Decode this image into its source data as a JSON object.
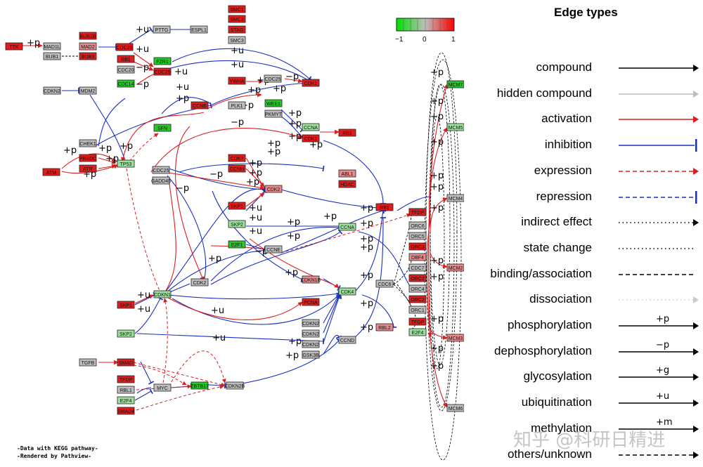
{
  "legend": {
    "title": "Edge types",
    "items": [
      {
        "label": "compound",
        "style": "solid",
        "color": "#000000",
        "head": "arrow",
        "tag": ""
      },
      {
        "label": "hidden compound",
        "style": "solid",
        "color": "#bbbbbb",
        "head": "arrow",
        "tag": ""
      },
      {
        "label": "activation",
        "style": "solid",
        "color": "#dd1c1c",
        "head": "arrow",
        "tag": ""
      },
      {
        "label": "inhibition",
        "style": "solid",
        "color": "#1a2fbf",
        "head": "bar",
        "tag": ""
      },
      {
        "label": "expression",
        "style": "dashed",
        "color": "#dd1c1c",
        "head": "arrow",
        "tag": ""
      },
      {
        "label": "repression",
        "style": "dashed",
        "color": "#1a2fbf",
        "head": "bar",
        "tag": ""
      },
      {
        "label": "indirect effect",
        "style": "dotted",
        "color": "#000000",
        "head": "arrow",
        "tag": ""
      },
      {
        "label": "state change",
        "style": "dotted",
        "color": "#000000",
        "head": "none",
        "tag": ""
      },
      {
        "label": "binding/association",
        "style": "dashed",
        "color": "#000000",
        "head": "none",
        "tag": ""
      },
      {
        "label": "dissociation",
        "style": "dotted",
        "color": "#cccccc",
        "head": "arrow",
        "tag": ""
      },
      {
        "label": "phosphorylation",
        "style": "solid",
        "color": "#000000",
        "head": "arrow",
        "tag": "+p"
      },
      {
        "label": "dephosphorylation",
        "style": "solid",
        "color": "#000000",
        "head": "arrow",
        "tag": "−p"
      },
      {
        "label": "glycosylation",
        "style": "solid",
        "color": "#000000",
        "head": "arrow",
        "tag": "+g"
      },
      {
        "label": "ubiquitination",
        "style": "solid",
        "color": "#000000",
        "head": "arrow",
        "tag": "+u"
      },
      {
        "label": "methylation",
        "style": "solid",
        "color": "#000000",
        "head": "arrow",
        "tag": "+m"
      },
      {
        "label": "others/unknown",
        "style": "dashed",
        "color": "#000000",
        "head": "arrow",
        "tag": ""
      }
    ]
  },
  "colorkey": {
    "ticks": [
      "−1",
      "0",
      "1"
    ],
    "low": "#00e000",
    "mid": "#bebebe",
    "high": "#ff0000"
  },
  "credit": [
    "-Data with KEGG pathway-",
    "-Rendered  by  Pathview-"
  ],
  "watermark": "知乎 @科研日精进",
  "colors": {
    "red": "#e21b1b",
    "lightred": "#e58b8b",
    "green": "#29c629",
    "lightgreen": "#9ee09e",
    "gray": "#bebebe",
    "inhibition": "#1a2fbf",
    "activation": "#dd1c1c"
  },
  "nodes": [
    {
      "id": "TTK",
      "label": "TTK",
      "c": "red"
    },
    {
      "id": "MAD1L",
      "label": "MAD1L",
      "c": "gray"
    },
    {
      "id": "BUB1",
      "label": "BUB1",
      "c": "gray"
    },
    {
      "id": "BUB1B",
      "label": "BUB1B",
      "c": "red"
    },
    {
      "id": "MAD2",
      "label": "MAD2",
      "c": "lightred"
    },
    {
      "id": "BUB3",
      "label": "BUB3",
      "c": "red"
    },
    {
      "id": "CDC20",
      "label": "CDC20",
      "c": "red"
    },
    {
      "id": "PTTG",
      "label": "PTTG",
      "c": "gray"
    },
    {
      "id": "ESPL1",
      "label": "ESPL1",
      "c": "gray"
    },
    {
      "id": "SMC1",
      "label": "SMC1",
      "c": "red"
    },
    {
      "id": "SMC3",
      "label": "SMC3",
      "c": "red"
    },
    {
      "id": "STAG",
      "label": "STAG",
      "c": "red"
    },
    {
      "id": "SMC3b",
      "label": "SMC3",
      "c": "gray"
    },
    {
      "id": "RB1a",
      "label": "RB1",
      "c": "red"
    },
    {
      "id": "CDC20b",
      "label": "CDC20",
      "c": "gray"
    },
    {
      "id": "CDC14",
      "label": "CDC14",
      "c": "green"
    },
    {
      "id": "FZR1",
      "label": "FZR1",
      "c": "green"
    },
    {
      "id": "CDC25a",
      "label": "CDC25",
      "c": "red"
    },
    {
      "id": "CDKN2",
      "label": "CDKN2",
      "c": "gray"
    },
    {
      "id": "MDM2",
      "label": "MDM2",
      "c": "gray"
    },
    {
      "id": "CCNB",
      "label": "CCNB",
      "c": "red"
    },
    {
      "id": "PLK1",
      "label": "PLK1",
      "c": "gray"
    },
    {
      "id": "YWHA",
      "label": "YWHA",
      "c": "red"
    },
    {
      "id": "CDC25b",
      "label": "CDC25",
      "c": "gray"
    },
    {
      "id": "CDK1a",
      "label": "CDK1",
      "c": "red"
    },
    {
      "id": "WEE1",
      "label": "WEE1",
      "c": "green"
    },
    {
      "id": "PKMYT",
      "label": "PKMYT",
      "c": "gray"
    },
    {
      "id": "SFN",
      "label": "SFN",
      "c": "green"
    },
    {
      "id": "CCNA",
      "label": "CCNA",
      "c": "lightgreen"
    },
    {
      "id": "CDK1b",
      "label": "CDK1",
      "c": "red"
    },
    {
      "id": "RB1b",
      "label": "RB1",
      "c": "red"
    },
    {
      "id": "CHEK1",
      "label": "CHEK1",
      "c": "gray"
    },
    {
      "id": "PRKDC",
      "label": "PRKDC",
      "c": "red"
    },
    {
      "id": "ATRa",
      "label": "ATR",
      "c": "red"
    },
    {
      "id": "TP53",
      "label": "TP53",
      "c": "lightgreen"
    },
    {
      "id": "ATM",
      "label": "ATM",
      "c": "red"
    },
    {
      "id": "CDC25c",
      "label": "CDC25",
      "c": "gray"
    },
    {
      "id": "GADD45",
      "label": "GADD45",
      "c": "gray"
    },
    {
      "id": "CDK7",
      "label": "CDK7",
      "c": "red"
    },
    {
      "id": "CCNH",
      "label": "CCNH",
      "c": "red"
    },
    {
      "id": "CDK2a",
      "label": "CDK2",
      "c": "lightred"
    },
    {
      "id": "ABL1",
      "label": "ABL1",
      "c": "lightred"
    },
    {
      "id": "HDAC",
      "label": "HDAC",
      "c": "red"
    },
    {
      "id": "SKP1",
      "label": "SKP1",
      "c": "red"
    },
    {
      "id": "SKP2a",
      "label": "SKP2",
      "c": "lightgreen"
    },
    {
      "id": "CCNA2",
      "label": "CCNA",
      "c": "lightgreen"
    },
    {
      "id": "RB1c",
      "label": "RB1",
      "c": "red"
    },
    {
      "id": "E2F1",
      "label": "E2F1",
      "c": "green"
    },
    {
      "id": "CCNE",
      "label": "CCNE",
      "c": "gray"
    },
    {
      "id": "TFDP",
      "label": "TFDP",
      "c": "red"
    },
    {
      "id": "CDK2b",
      "label": "CDK2",
      "c": "gray"
    },
    {
      "id": "CDKN1B",
      "label": "CDKN1B",
      "c": "lightred"
    },
    {
      "id": "CDKN1",
      "label": "CDKN1",
      "c": "lightgreen"
    },
    {
      "id": "CDK4",
      "label": "CDK4",
      "c": "lightgreen"
    },
    {
      "id": "CDC6",
      "label": "CDC6",
      "c": "gray"
    },
    {
      "id": "SKP1b",
      "label": "SKP1",
      "c": "red"
    },
    {
      "id": "SKP2b",
      "label": "SKP2",
      "c": "lightgreen"
    },
    {
      "id": "PCNA",
      "label": "PCNA",
      "c": "red"
    },
    {
      "id": "CDKN2a",
      "label": "CDKN2",
      "c": "gray"
    },
    {
      "id": "CDKN2b",
      "label": "CDKN2",
      "c": "gray"
    },
    {
      "id": "CDKN2c",
      "label": "CDKN2",
      "c": "gray"
    },
    {
      "id": "CDKN2d",
      "label": "CDKN2",
      "c": "gray"
    },
    {
      "id": "CCND",
      "label": "CCND",
      "c": "gray"
    },
    {
      "id": "GSK3B",
      "label": "GSK3B",
      "c": "gray"
    },
    {
      "id": "RBL2",
      "label": "RBL2",
      "c": "lightred"
    },
    {
      "id": "TGFB",
      "label": "TGFB",
      "c": "gray"
    },
    {
      "id": "SMAD",
      "label": "SMAD",
      "c": "red"
    },
    {
      "id": "TFDP2",
      "label": "TFDP",
      "c": "red"
    },
    {
      "id": "RBL1",
      "label": "RBL1",
      "c": "gray"
    },
    {
      "id": "E2F4",
      "label": "E2F4",
      "c": "lightgreen"
    },
    {
      "id": "SMAD4",
      "label": "SMAD4",
      "c": "red"
    },
    {
      "id": "MYC",
      "label": "MYC",
      "c": "gray"
    },
    {
      "id": "ZBTB17",
      "label": "ZBTB17",
      "c": "green"
    },
    {
      "id": "CDKN2e",
      "label": "CDKN2B",
      "c": "gray"
    },
    {
      "id": "TFDPc",
      "label": "TFDP",
      "c": "red"
    },
    {
      "id": "ORC6",
      "label": "ORC6",
      "c": "gray"
    },
    {
      "id": "ORC5",
      "label": "ORC5",
      "c": "gray"
    },
    {
      "id": "ORC3",
      "label": "ORC3",
      "c": "red"
    },
    {
      "id": "DBF4",
      "label": "DBF4",
      "c": "lightred"
    },
    {
      "id": "CDC7",
      "label": "CDC7",
      "c": "gray"
    },
    {
      "id": "ORC2",
      "label": "ORC2",
      "c": "red"
    },
    {
      "id": "ORC4",
      "label": "ORC4",
      "c": "gray"
    },
    {
      "id": "ORC2b",
      "label": "ORC2",
      "c": "red"
    },
    {
      "id": "ORC1",
      "label": "ORC1",
      "c": "gray"
    },
    {
      "id": "TFDPd",
      "label": "TFDP",
      "c": "red"
    },
    {
      "id": "E2F4b",
      "label": "E2F4",
      "c": "lightgreen"
    },
    {
      "id": "MCM7",
      "label": "MCM7",
      "c": "green"
    },
    {
      "id": "MCM5",
      "label": "MCM5",
      "c": "lightgreen"
    },
    {
      "id": "MCM4",
      "label": "MCM4",
      "c": "gray"
    },
    {
      "id": "MCM2",
      "label": "MCM2",
      "c": "lightred"
    },
    {
      "id": "MCM3",
      "label": "MCM3",
      "c": "lightred"
    },
    {
      "id": "MCM6",
      "label": "MCM6",
      "c": "gray"
    }
  ]
}
